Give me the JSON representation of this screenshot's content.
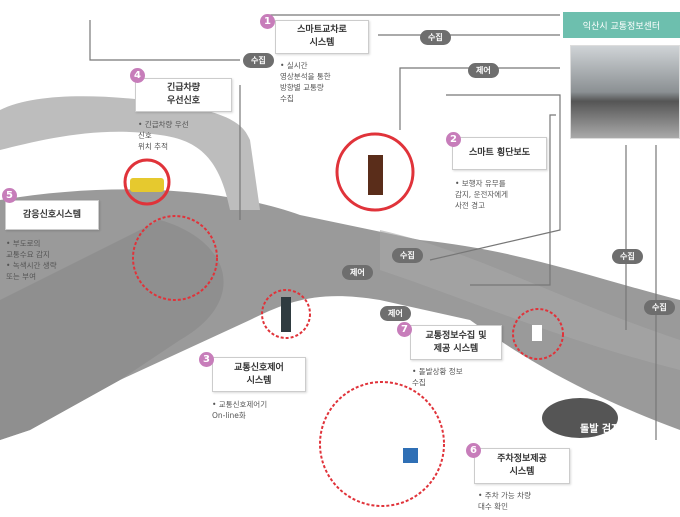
{
  "center": {
    "title": "익산시 교통정보센터"
  },
  "flows": {
    "collect": "수집",
    "control": "제어"
  },
  "systems": [
    {
      "num": "1",
      "title": "스마트교차로\n시스템",
      "bullets": "• 실시간\n  영상분석을 통한\n  방향별 교통량\n  수집"
    },
    {
      "num": "2",
      "title": "스마트 횡단보도",
      "bullets": "• 보행자 유무를\n  감지, 운전자에게\n  사전 경고"
    },
    {
      "num": "3",
      "title": "교통신호제어\n시스템",
      "bullets": "• 교통신호제어기\n  On-line화"
    },
    {
      "num": "4",
      "title": "긴급차량\n우선신호",
      "bullets": "• 긴급차량 우선\n  신호\n  위치 추적"
    },
    {
      "num": "5",
      "title": "감응신호시스템",
      "bullets": "• 부도로의\n  교통수요 감지\n• 녹색시간 생략\n  또는 부여"
    },
    {
      "num": "6",
      "title": "주차정보제공\n시스템",
      "bullets": "• 주차 가능 차량\n  대수 확인"
    },
    {
      "num": "7",
      "title": "교통정보수집 및\n제공 시스템",
      "bullets": "• 돌발상황 정보\n  수집"
    }
  ],
  "incident_label": "돌발 검지",
  "colors": {
    "accent": "#6dbfae",
    "number": "#c77dba",
    "highlight": "#e0333a",
    "road": "#8a8a8a"
  }
}
